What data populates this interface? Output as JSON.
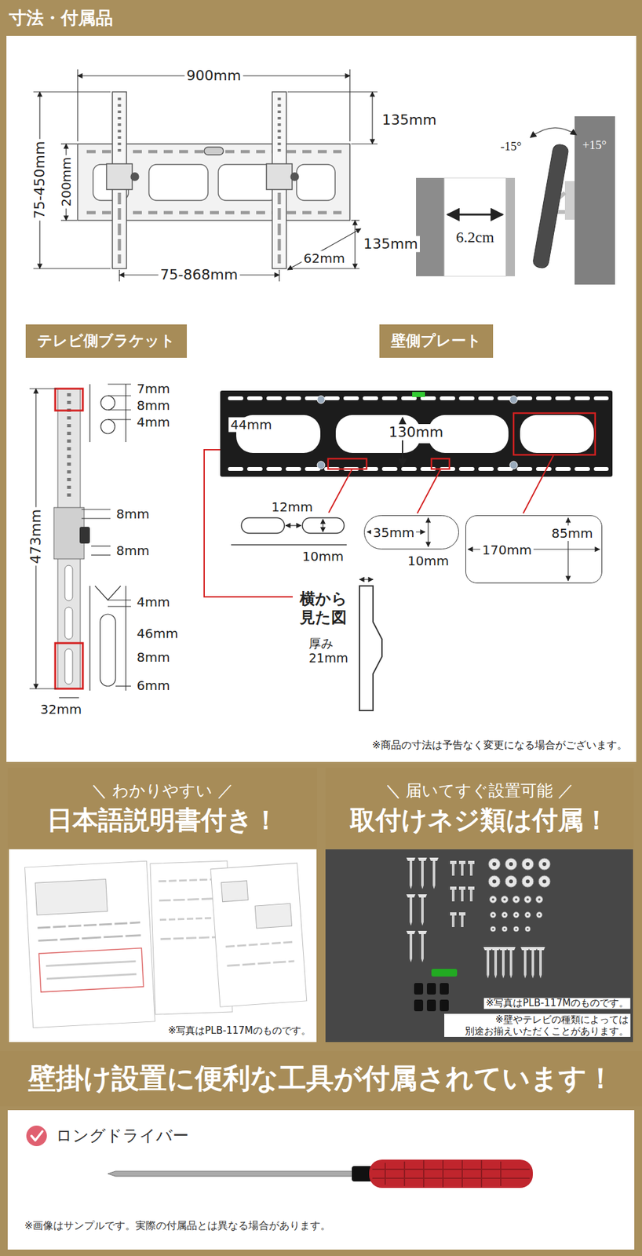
{
  "diagram": {
    "title": "寸法・付属品",
    "nodes": [
      {
        "text": [
          "テレビ側ブラケット"
        ]
      },
      {
        "text": [
          "壁側プレート"
        ]
      },
      {
        "text": [
          "35mm"
        ]
      },
      {
        "text": [
          "85mm",
          "170mm"
        ]
      },
      {
        "text": [
          "＼ わかりやすい ／",
          "日本語説明書付き！"
        ]
      },
      {
        "text": [
          "＼ 届いてすぐ設置可能 ／",
          "取付けネジ類は付属！"
        ]
      },
      {
        "text": [
          "壁掛け設置に便利な工具が付属されています！"
        ]
      }
    ],
    "labels": [
      "900mm",
      "135mm",
      "75-450mm",
      "200mm",
      "135mm",
      "62mm",
      "75-868mm",
      "6.2cm",
      "-15°",
      "+15°",
      "7mm",
      "8mm",
      "4mm",
      "8mm",
      "8mm",
      "473mm",
      "4mm",
      "46mm",
      "8mm",
      "6mm",
      "32mm",
      "44mm",
      "130mm",
      "12mm",
      "10mm",
      "10mm",
      "横から 見た図",
      "厚み 21mm",
      "※商品の寸法は予告なく変更になる場合がございます。",
      "※写真はPLB-117Mのものです。",
      "※写真はPLB-117Mのものです。",
      "※壁やテレビの種類によっては 別途お揃えいただくことがあります。",
      "ロングドライバー",
      "※画像はサンプルです。実際の付属品とは異なる場合があります。"
    ]
  }
}
